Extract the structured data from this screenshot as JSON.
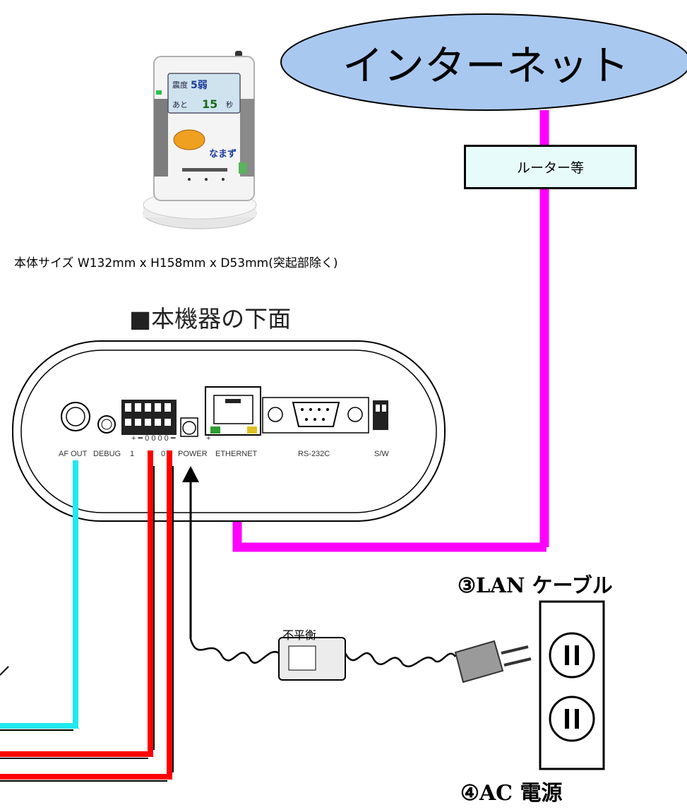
{
  "internet": {
    "label": "インターネット"
  },
  "router": {
    "label": "ルーター等"
  },
  "device": {
    "size_caption": "本体サイズ W132mm x H158mm x D53mm(突起部除く)",
    "bottom_heading": "■本機器の下面",
    "screen": {
      "row1": "震度",
      "value1": "5弱",
      "row2": "あと",
      "value2": "15",
      "unit2": "秒"
    },
    "mascot_text": "なまず",
    "ports": [
      "AF OUT",
      "DEBUG",
      "1",
      "0",
      "POWER",
      "ETHERNET",
      "RS-232C",
      "S/W"
    ]
  },
  "cables": {
    "lan": "③LAN ケーブル",
    "power": "④AC 電源",
    "audio_note": "不平衡"
  },
  "colors": {
    "internet_fill": "#a9c8f0",
    "lan_cable": "#ff00ff",
    "audio_cable": "#22e8f0",
    "contact_cable": "#ff0000",
    "router_fill": "#e8fbfb"
  }
}
